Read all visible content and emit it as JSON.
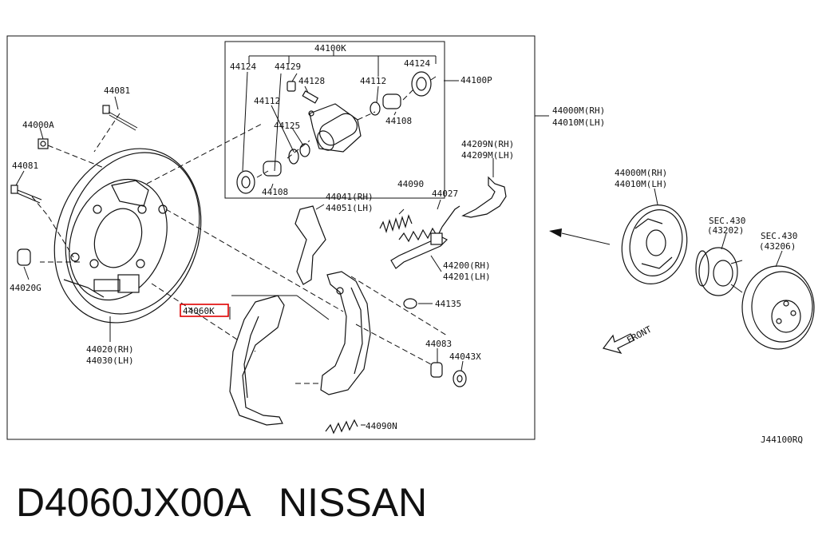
{
  "callouts": {
    "p44100K": "44100K",
    "p44100P": "44100P",
    "p44124a": "44124",
    "p44124b": "44124",
    "p44129": "44129",
    "p44128": "44128",
    "p44112a": "44112",
    "p44112b": "44112",
    "p44125": "44125",
    "p44108a": "44108",
    "p44108b": "44108",
    "p44081a": "44081",
    "p44081b": "44081",
    "p44000A": "44000A",
    "p44000M_rh": "44000M(RH)",
    "p44010M_lh": "44010M(LH)",
    "p44209N_rh": "44209N(RH)",
    "p44209M_lh": "44209M(LH)",
    "p44090": "44090",
    "p44027": "44027",
    "p44041_rh": "44041(RH)",
    "p44051_lh": "44051(LH)",
    "p44200_rh": "44200(RH)",
    "p44201_lh": "44201(LH)",
    "p44135": "44135",
    "p44020G": "44020G",
    "p44060K": "44060K",
    "p44020_rh": "44020(RH)",
    "p44030_lh": "44030(LH)",
    "p44083": "44083",
    "p44043X": "44043X",
    "p44090N": "44090N",
    "inset_44000M_rh": "44000M(RH)",
    "inset_44010M_lh": "44010M(LH)",
    "sec430_a": "SEC.430",
    "sec430_a_ref": "(43202)",
    "sec430_b": "SEC.430",
    "sec430_b_ref": "(43206)",
    "front": "FRONT"
  },
  "diagram_code": "J44100RQ",
  "highlighted_part": "44060K",
  "highlight_color": "#e00000",
  "footer": {
    "part_number": "D4060JX00A",
    "brand": "NISSAN"
  }
}
